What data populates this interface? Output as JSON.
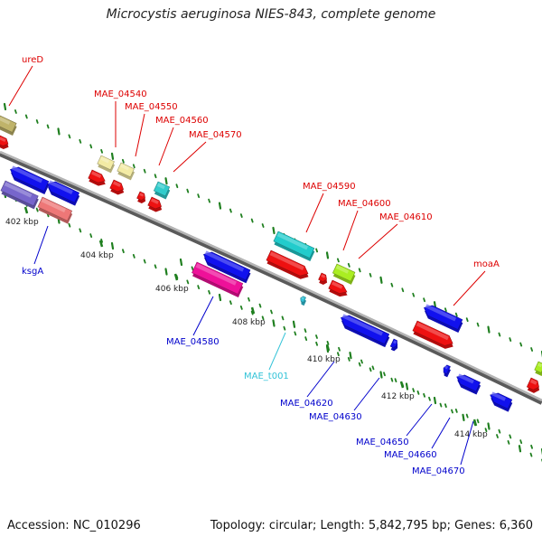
{
  "title": "Microcystis aeruginosa NIES-843, complete genome",
  "accession": "Accession: NC_010296",
  "summary": "Topology: circular; Length: 5,842,795 bp; Genes: 6,360",
  "colors": {
    "backbone": "#8a8a8a",
    "tick": "#1f7f1f",
    "forward_label": "#dd0000",
    "reverse_label": "#0000cc",
    "trna_label": "#33c3d8"
  },
  "scale_labels": [
    "402 kbp",
    "404 kbp",
    "406 kbp",
    "408 kbp",
    "410 kbp",
    "412 kbp",
    "414 kbp"
  ],
  "forward_genes": [
    {
      "label": "ureD",
      "color": "#dd0000"
    },
    {
      "label": "MAE_04540",
      "color": "#dd0000"
    },
    {
      "label": "MAE_04550",
      "color": "#dd0000"
    },
    {
      "label": "MAE_04560",
      "color": "#dd0000"
    },
    {
      "label": "MAE_04570",
      "color": "#dd0000"
    },
    {
      "label": "MAE_04590",
      "color": "#dd0000"
    },
    {
      "label": "MAE_04600",
      "color": "#dd0000"
    },
    {
      "label": "MAE_04610",
      "color": "#dd0000"
    },
    {
      "label": "moaA",
      "color": "#dd0000"
    }
  ],
  "reverse_genes": [
    {
      "label": "ksgA",
      "color": "#0000cc"
    },
    {
      "label": "MAE_04580",
      "color": "#0000cc"
    },
    {
      "label": "MAE_t001",
      "color": "#33c3d8"
    },
    {
      "label": "MAE_04620",
      "color": "#0000cc"
    },
    {
      "label": "MAE_04630",
      "color": "#0000cc"
    },
    {
      "label": "MAE_04650",
      "color": "#0000cc"
    },
    {
      "label": "MAE_04660",
      "color": "#0000cc"
    },
    {
      "label": "MAE_04670",
      "color": "#0000cc"
    }
  ]
}
